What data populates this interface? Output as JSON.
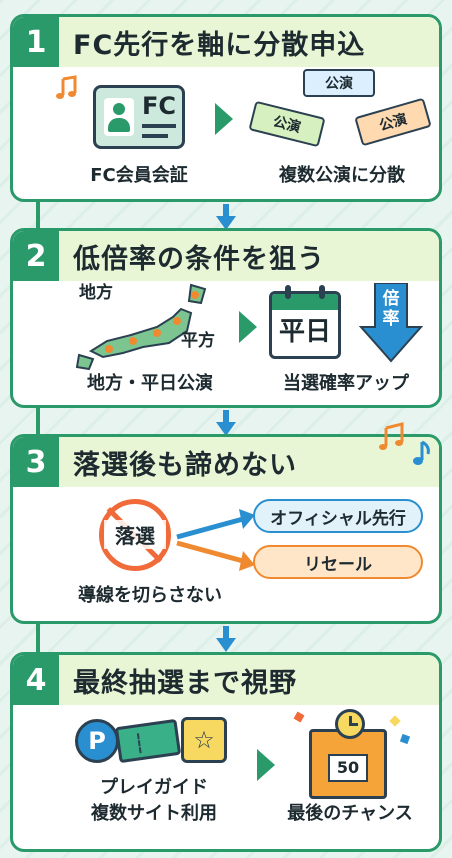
{
  "steps": [
    {
      "num": "1",
      "title": "FC先行を軸に分散申込",
      "card_text": "FC",
      "caption_left": "FC会員会証",
      "caption_right": "複数公演に分散",
      "tickets": [
        "公演",
        "公演",
        "公演"
      ]
    },
    {
      "num": "2",
      "title": "低倍率の条件を狙う",
      "label_local": "地方",
      "label_weekday": "平方",
      "calendar_text": "平日",
      "ratio_text": "倍率",
      "caption_left": "地方・平日公演",
      "caption_right": "当選確率アップ"
    },
    {
      "num": "3",
      "title": "落選後も諦めない",
      "reject_text": "落選",
      "pill_official": "オフィシャル先行",
      "pill_resale": "リセール",
      "caption_left": "導線を切らさない"
    },
    {
      "num": "4",
      "title": "最終抽選まで視野",
      "badge_p": "P",
      "box_number": "50",
      "caption_left_1": "プレイガイド",
      "caption_left_2": "複数サイト利用",
      "caption_right": "最後のチャンス"
    }
  ],
  "colors": {
    "green": "#2a9a6a",
    "blue": "#2a8fd0",
    "orange": "#f08a30",
    "teal": "#9fd8c8"
  }
}
